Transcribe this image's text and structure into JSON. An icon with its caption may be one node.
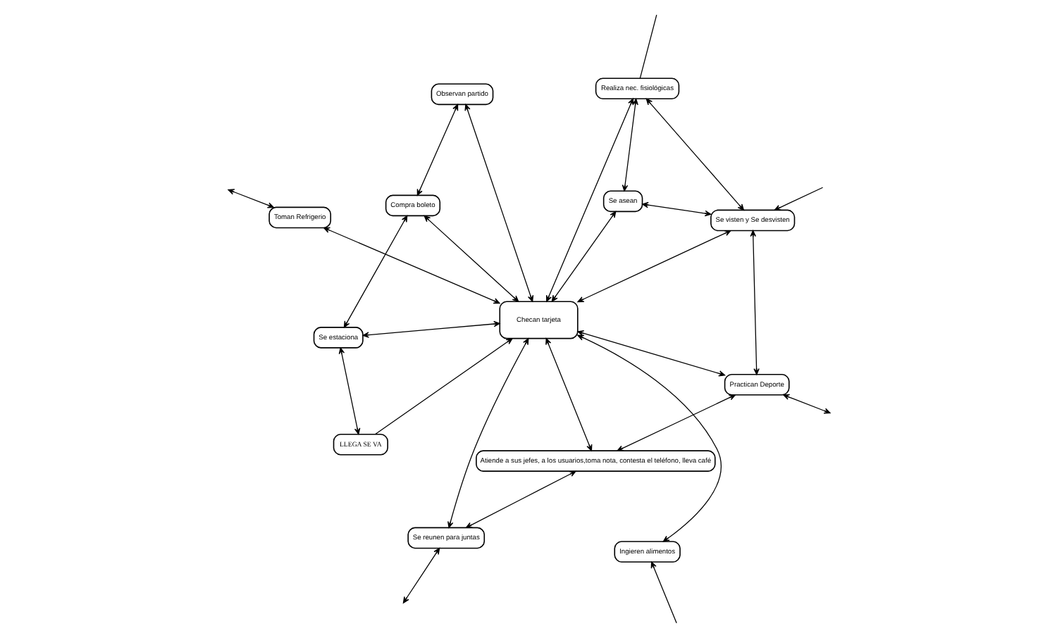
{
  "diagram": {
    "nodes": [
      {
        "text": [
          "Realiza nec. fisiológicas"
        ]
      },
      {
        "text": [
          "Se asean"
        ]
      },
      {
        "text": [
          "Se visten y Se desvisten"
        ]
      },
      {
        "text": [
          "Observan partido"
        ]
      },
      {
        "text": [
          "Practican Deporte"
        ]
      },
      {
        "text": [
          "Compra boleto"
        ]
      },
      {
        "text": [
          "Checan tarjeta"
        ]
      },
      {
        "text": [
          "Atiende a sus jefes, a los usuarios,toma nota, contesta el teléfono, lleva café"
        ]
      },
      {
        "text": [
          "Se estaciona"
        ]
      },
      {
        "text": [
          "Ingieren alimentos"
        ]
      },
      {
        "text": [
          "Toman Refrigerio"
        ]
      },
      {
        "text": [
          "Se reunen para juntas"
        ]
      },
      {
        "text": [
          "LLEGA SE VA"
        ]
      }
    ],
    "edges": [
      {
        "from": 0,
        "to": 1,
        "arrow": "both"
      },
      {
        "from": 0,
        "to": 2,
        "arrow": "both"
      },
      {
        "from": 0,
        "to": null,
        "arrow": "none"
      },
      {
        "from": 1,
        "to": 2,
        "arrow": "both"
      },
      {
        "from": null,
        "to": 2,
        "arrow": "to"
      },
      {
        "from": 2,
        "to": 4,
        "arrow": "both"
      },
      {
        "from": 4,
        "to": null,
        "arrow": "both"
      },
      {
        "from": 3,
        "to": 6,
        "arrow": "both"
      },
      {
        "from": 0,
        "to": 6,
        "arrow": "both"
      },
      {
        "from": 1,
        "to": 6,
        "arrow": "both"
      },
      {
        "from": 2,
        "to": 6,
        "arrow": "both"
      },
      {
        "from": 4,
        "to": 6,
        "arrow": "both"
      },
      {
        "from": 3,
        "to": 5,
        "arrow": "both"
      },
      {
        "from": 5,
        "to": 6,
        "arrow": "both"
      },
      {
        "from": 6,
        "to": 7,
        "arrow": "both"
      },
      {
        "from": 4,
        "to": 7,
        "arrow": "both"
      },
      {
        "from": 5,
        "to": 8,
        "arrow": "both"
      },
      {
        "from": 8,
        "to": 6,
        "arrow": "both"
      },
      {
        "from": 12,
        "to": 6,
        "arrow": "to"
      },
      {
        "from": 6,
        "to": 9,
        "arrow": "both"
      },
      {
        "from": 6,
        "to": 10,
        "arrow": "both"
      },
      {
        "from": 6,
        "to": 11,
        "arrow": "both"
      },
      {
        "from": 7,
        "to": 11,
        "arrow": "both"
      },
      {
        "from": 8,
        "to": 12,
        "arrow": "both"
      },
      {
        "from": null,
        "to": 9,
        "arrow": "to"
      },
      {
        "from": 10,
        "to": null,
        "arrow": "both"
      },
      {
        "from": 11,
        "to": null,
        "arrow": "both"
      }
    ]
  }
}
